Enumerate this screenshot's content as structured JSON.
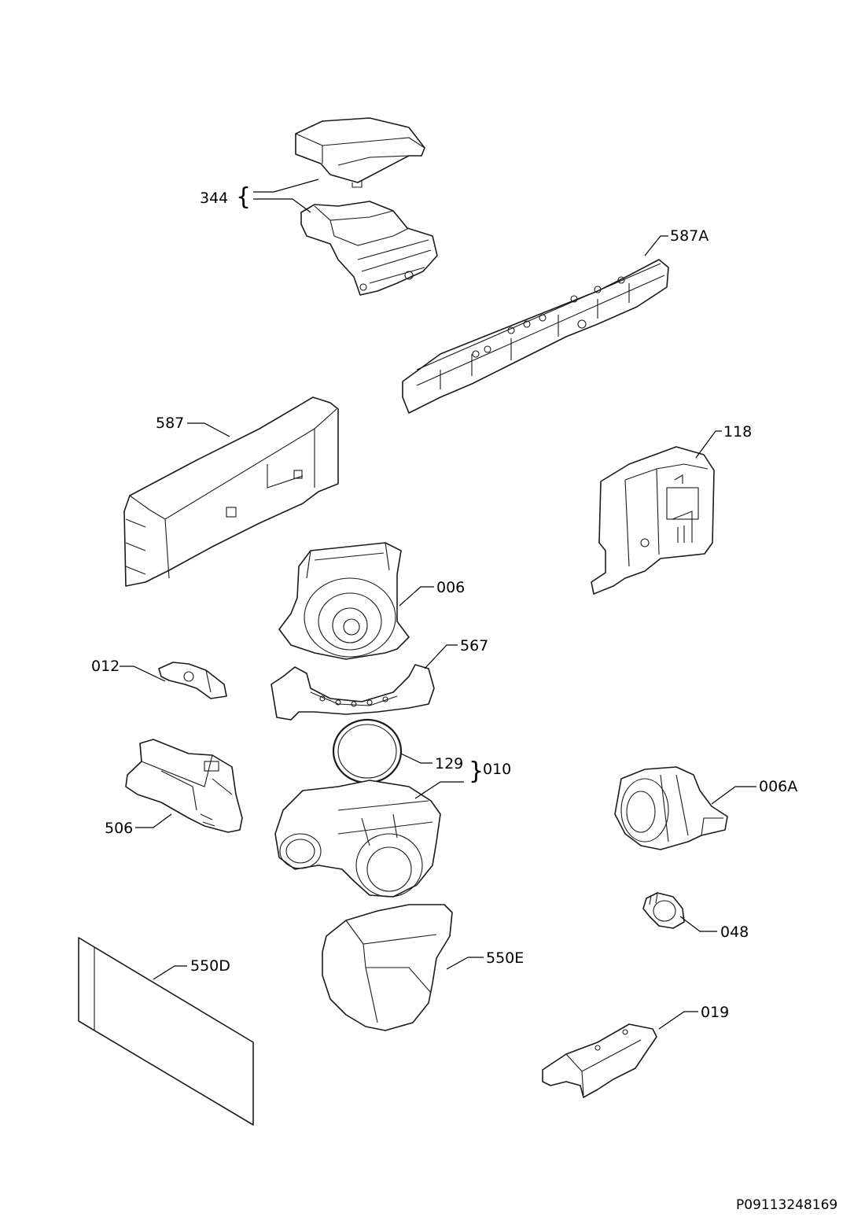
{
  "labels": {
    "l344": "344",
    "l587A": "587A",
    "l587": "587",
    "l118": "118",
    "l006": "006",
    "l567": "567",
    "l012": "012",
    "l129": "129",
    "l010": "010",
    "l006A": "006A",
    "l506": "506",
    "l048": "048",
    "l550D": "550D",
    "l550E": "550E",
    "l019": "019"
  },
  "footer": {
    "drawing_code": "P09113248169"
  }
}
